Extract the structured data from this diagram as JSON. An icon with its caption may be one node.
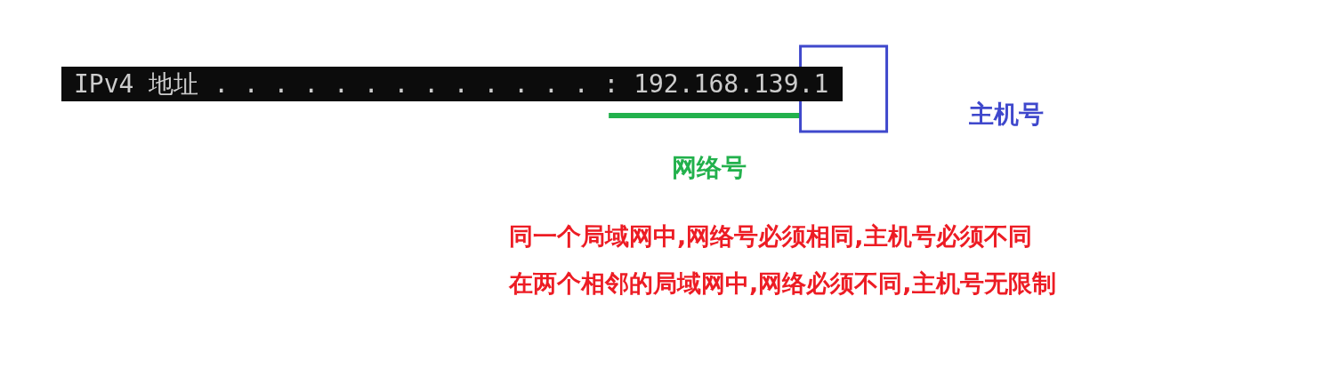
{
  "diagram": {
    "labels": [
      "IPv4 地址 . . . . . . . . . . . . . : 192.168.139.1",
      "主机号",
      "网络号",
      "同一个局域网中,网络号必须相同,主机号必须不同",
      "在两个相邻的局域网中,网络必须不同,主机号无限制"
    ]
  }
}
